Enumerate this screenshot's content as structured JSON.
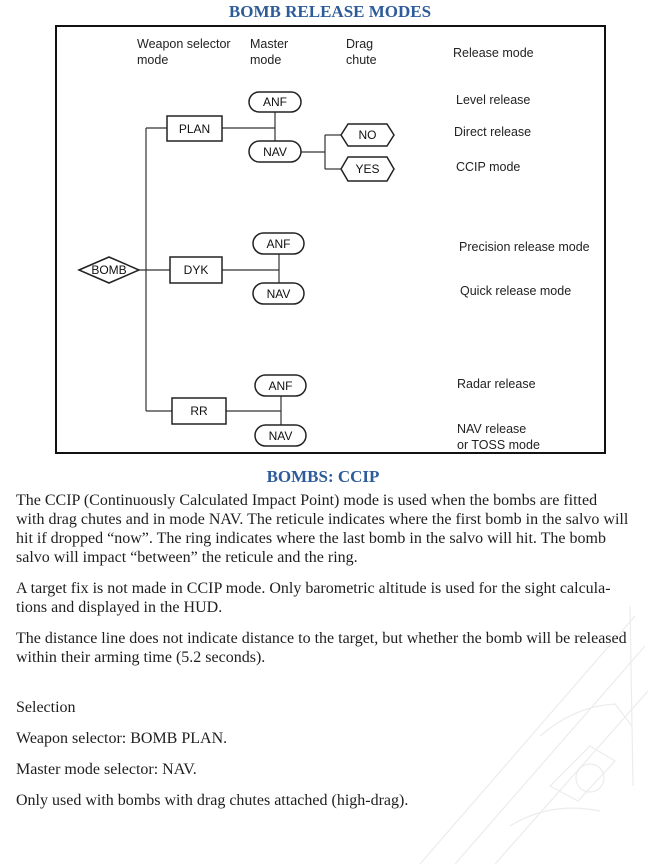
{
  "colors": {
    "heading": "#2d5c9a",
    "body_text": "#1e1e1e"
  },
  "page": {
    "title": "BOMB RELEASE MODES",
    "section_heading": "BOMBS: CCIP"
  },
  "diagram": {
    "headers": [
      {
        "lines": [
          "Weapon selector",
          "mode"
        ]
      },
      {
        "lines": [
          "Master",
          "mode"
        ]
      },
      {
        "lines": [
          "Drag",
          "chute"
        ]
      },
      {
        "lines": [
          "Release mode"
        ]
      }
    ],
    "root_label": "BOMB",
    "branches": [
      {
        "weapon_selector": "PLAN",
        "master_modes": [
          "ANF",
          "NAV"
        ],
        "drag_chute": [
          "NO",
          "YES"
        ],
        "release_modes": [
          {
            "lines": [
              "Level release"
            ]
          },
          {
            "lines": [
              "Direct release"
            ]
          },
          {
            "lines": [
              "CCIP mode"
            ]
          }
        ]
      },
      {
        "weapon_selector": "DYK",
        "master_modes": [
          "ANF",
          "NAV"
        ],
        "release_modes": [
          {
            "lines": [
              "Precision release mode"
            ]
          },
          {
            "lines": [
              "Quick release mode"
            ]
          }
        ]
      },
      {
        "weapon_selector": "RR",
        "master_modes": [
          "ANF",
          "NAV"
        ],
        "release_modes": [
          {
            "lines": [
              "Radar release"
            ]
          },
          {
            "lines": [
              "NAV release",
              "or TOSS mode"
            ]
          }
        ]
      }
    ]
  },
  "body": {
    "paragraphs": [
      {
        "lines": [
          "The CCIP (Continuously Calculated Impact Point) mode is used when the bombs are fitted",
          "with drag chutes and in mode NAV. The reticule indicates where the first bomb in the salvo will",
          "hit if dropped “now”. The ring indicates where the last bomb in the salvo will hit. The bomb",
          "salvo will impact “between” the reticule and the ring."
        ]
      },
      {
        "lines": [
          "A target fix is not made in CCIP mode. Only barometric altitude is used for the sight calcula-",
          "tions and displayed in the HUD."
        ]
      },
      {
        "lines": [
          "The distance line does not indicate distance to the target, but whether the bomb will be released",
          "within their arming time (5.2 seconds)."
        ]
      }
    ],
    "selection": {
      "heading": "Selection",
      "items": [
        "Weapon selector: BOMB PLAN.",
        "Master mode selector: NAV.",
        "Only used with bombs with drag chutes attached (high-drag)."
      ]
    }
  }
}
